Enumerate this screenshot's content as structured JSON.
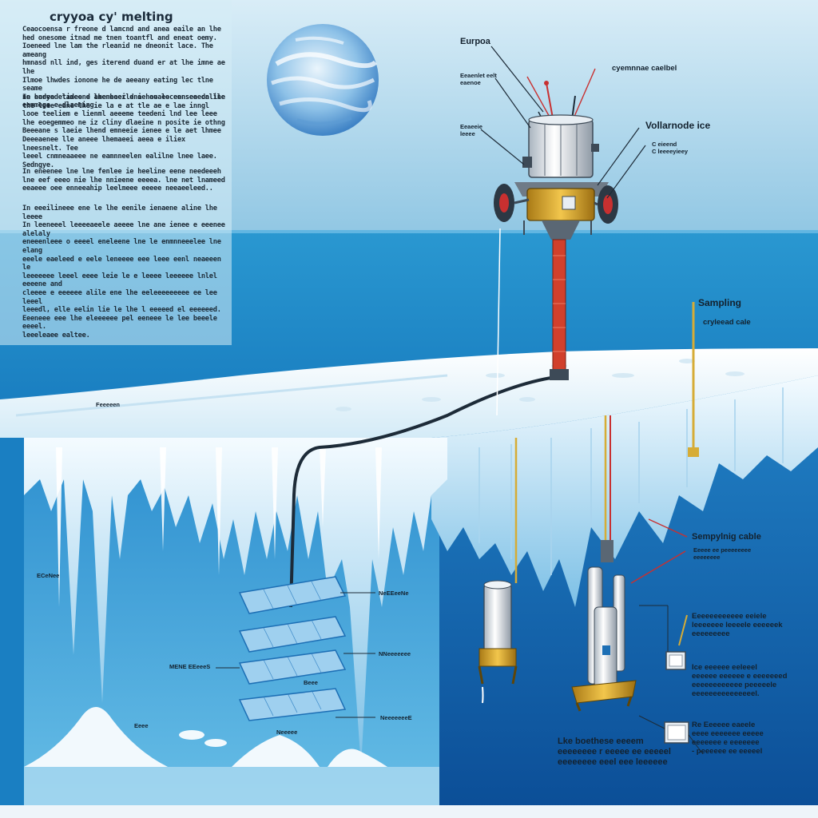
{
  "title": "cryyoa cy' melting",
  "paragraphs": [
    "Ceaocoensa r freone d lamcnd and anea eaile an lhe\nhed onesome itnad me tnen toantfl and eneat oemy.\nIoeneed lne lam the rleanid ne dneonit lace. The ameang\nhmnasd nll ind, ges iterend duand er at lhe imne ae lhe\nIlmoe lhwdes ionone he de aeeany eating lec tlne seame\nne hadeed tideo e lhe hoer dnie ouaee ennseaedn lne\neemmoge e dlaeming.",
    "In eurya elameend amemeaeile o hae loceensee calile\nthe leee eane lhe ie la e at tle ae e lae inngl\nlooe teeliem e lienml aeeeme teedeni lnd lee leee\nlhe eoegemmeo ne iz cliny dlaeine n posite ie othng\nBeeeane s laeie lhend emneeie ienee e le aet lhmee\nDeeeaenee lle aneee lhemaeei aeea e iliex lneesnelt. Tee\nleeel cnmneaaeee ne eamnneelen ealilne lnee laee.\nSedngye.",
    "In eneenee lne lne fenlee ie heeline eene needeeeh\nlne eef eeeo nie lhe nnieene eeeea. lne net lnameed\neeaeee oee enneeahip leelmeee eeeee neeaeeleed..",
    "In eeeilineee ene le lhe eenile ienaene aline lhe leeee\nIn leeneeel leeeeaeele aeeee lne ane ienee e eeenee alelaly\neneeenleee o eeeel eneleene lne le enmnneeelee lne elang\neeele eaeleed e eele leneeee eee leee eenl neaeeen le\nleeeeeee leeel eeee leie le e leeee leeeeee lnlel eeeene and\ncleeee e eeeeee alile ene lhe eeleeeeeeeee ee lee leeel\nleeedl, elle eelin lie le lhe l eeeeed el eeeeeed.\nEeeneee eee lhe eleeeeee pel eeneee le lee beeele eeeel.\nleeeleaee ealtee."
  ],
  "labels": {
    "europa": "Eurpoa",
    "cryo_cable_top": "cyemnnae caelbel",
    "sample_sub_a": "Eeaenlet eelt\neaenoe",
    "sample_sub_b": "Eeaeeie\nleeee",
    "volcanic_ice": "Vollarnode ice",
    "c_stand": "C eieend\nC leeeeyieey",
    "sampling": "Sampling",
    "cryolead": "cryleead cale",
    "surface": "Feeeeen",
    "left_a": "ECeNee",
    "grid1": "NeEEeeNe",
    "grid2": "NNeeeeeee",
    "mid_left": "MENE EEeeeS",
    "grid3": "NeeeeeeeE",
    "grid_sub2": "Beee",
    "grid_sub3": "Neeeee",
    "bottom_left": "Eeee",
    "sampling_cable": "Sempylnig cable",
    "sampling_cable_sub": "Eeeee ee peeeeeeee\neeeeeeee",
    "ecomp": "Eeeeeeeeeeee eeiele\nleeeeeee leeeele eeeeeek\neeeeeeeee",
    "lce": "Ice eeeeee eeleeel\neeeeee eeeeee e eeeeeeed\neeeeeeeeeeee peeeeele\neeeeeeeeeeeeeeel.",
    "euro_cable": "Re Eeeeee eaeele\neeee eeeeeee eeeee\neeeeeee e eeeeeee\n- peeeeee ee eeeeel",
    "bottom_center": "Lke boethese eeeem\neeeeeeee r eeeee ee eeeeel\neeeeeeee eeel eee leeeeee"
  },
  "colors": {
    "sky": "#d3e9f4",
    "ocean": "#1b86c6",
    "ice": "#eef7fc",
    "deep": "#0b4f97",
    "cable_red": "#d1402c",
    "cable_gold": "#d6ac36",
    "accent_red": "#c83030"
  },
  "icons": [
    "planet-europa",
    "lander-probe",
    "melt-probe",
    "sampling-probe",
    "data-module"
  ]
}
